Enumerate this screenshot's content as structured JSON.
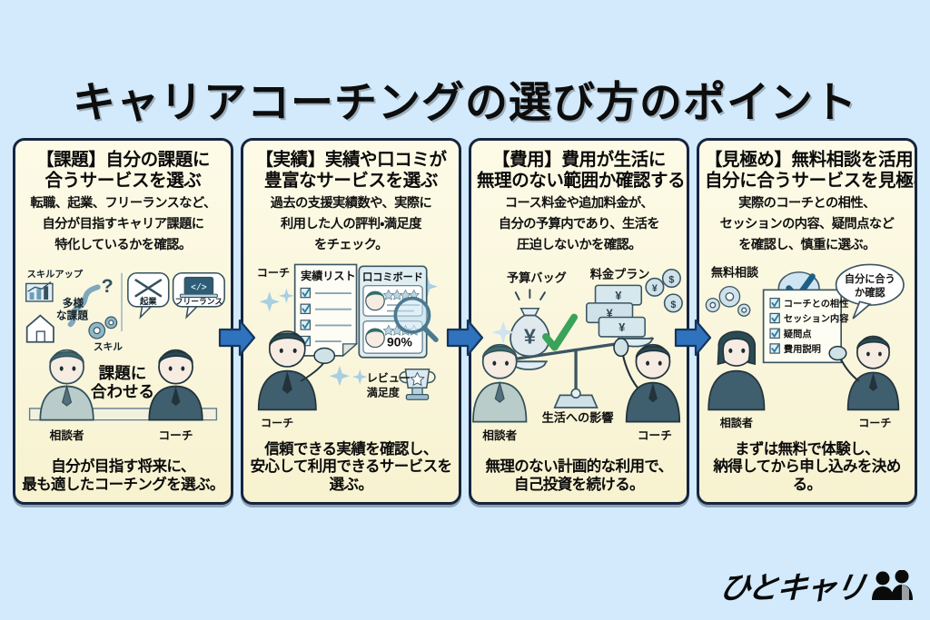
{
  "page": {
    "title": "キャリアコーチングの選び方のポイント",
    "bg_color": "#d2eafb",
    "panel_border_color": "#16243f",
    "panel_fill_color": "#fdfbe6",
    "arrow_color": "#2f72bd"
  },
  "panels": [
    {
      "tag": "【課題】",
      "heading_line1": "【課題】自分の課題に",
      "heading_line2": "合うサービスを選ぶ",
      "sub_line1": "転職、起業、フリーランスなど、",
      "sub_line2": "自分が目指すキャリア課題に",
      "sub_line3": "特化しているかを確認。",
      "art_labels": {
        "skill_up": "スキルアップ",
        "diverse_1": "多様",
        "diverse_2": "な課題",
        "skill": "スキル",
        "bubble_left": "起業",
        "bubble_right": "フリーランス",
        "center_1": "課題に",
        "center_2": "合わせる",
        "person_left": "相談者",
        "person_right": "コーチ",
        "question_mark": "?"
      },
      "foot_line1": "自分が目指す将来に、",
      "foot_line2": "最も適したコーチングを選ぶ。"
    },
    {
      "tag": "【実績】",
      "heading_line1": "【実績】実績や口コミが",
      "heading_line2": "豊富なサービスを選ぶ",
      "sub_line1": "過去の支援実績数や、実際に",
      "sub_line2": "利用した人の評判・満足度",
      "sub_line3": "をチェック。",
      "art_labels": {
        "coach_top": "コーチ",
        "list_title": "実績リスト",
        "board_title": "口コミボード",
        "score": "90%",
        "review_1": "レビュー",
        "review_2": "満足度",
        "person_left": "コーチ"
      },
      "foot_line1": "信頼できる実績を確認し、",
      "foot_line2": "安心して利用できるサービスを選ぶ。"
    },
    {
      "tag": "【費用】",
      "heading_line1": "【費用】費用が生活に",
      "heading_line2": "無理のない範囲か確認する",
      "sub_line1": "コース料金や追加料金が、",
      "sub_line2": "自分の予算内であり、生活を",
      "sub_line3": "圧迫しないかを確認。",
      "art_labels": {
        "budget_bag": "予算バッグ",
        "price_plan": "料金プラン",
        "impact": "生活への影響",
        "person_left": "相談者",
        "person_right": "コーチ",
        "yen": "¥",
        "dollar": "$"
      },
      "foot_line1": "無理のない計画的な利用で、",
      "foot_line2": "自己投資を続ける。"
    },
    {
      "tag": "【見極め】",
      "heading_line1": "【見極め】無料相談を活用",
      "heading_line2": "自分に合うサービスを見極める",
      "sub_line1": "実際のコーチとの相性、",
      "sub_line2": "セッションの内容、疑問点など",
      "sub_line3": "を確認し、慎重に選ぶ。",
      "art_labels": {
        "free_consult": "無料相談",
        "bubble_1": "自分に合う",
        "bubble_2": "か確認",
        "check_1": "コーチとの相性",
        "check_2": "セッション内容",
        "check_3": "疑問点",
        "check_4": "費用説明",
        "person_left": "相談者",
        "person_right": "コーチ"
      },
      "foot_line1": "まずは無料で体験し、",
      "foot_line2": "納得してから申し込みを決める。"
    }
  ],
  "logo": {
    "text": "ひとキャリ"
  }
}
